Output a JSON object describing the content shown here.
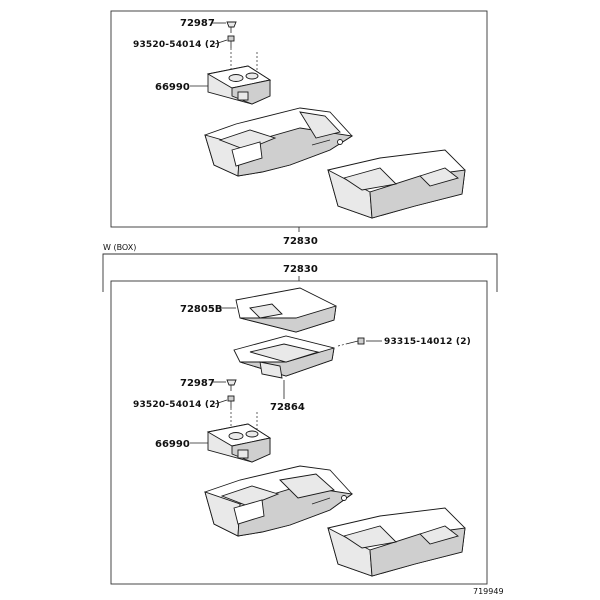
{
  "upper": {
    "labels": {
      "clip": "72987",
      "screw": "93520-54014 (2)",
      "box": "66990",
      "main": "72830"
    }
  },
  "lower": {
    "section_tag": "W (BOX)",
    "labels": {
      "assy": "72830",
      "lid": "72805B",
      "screw_side": "93315-14012 (2)",
      "tray": "72864",
      "clip": "72987",
      "screw": "93520-54014 (2)",
      "box": "66990"
    }
  },
  "diagram_id": "719949"
}
